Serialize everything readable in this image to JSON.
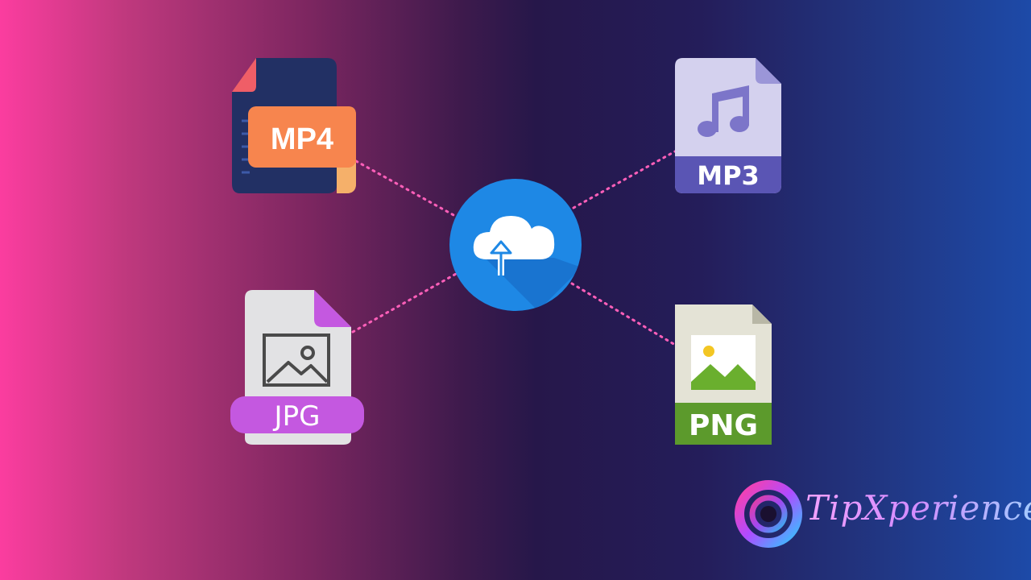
{
  "files": {
    "mp4": {
      "label": "MP4",
      "icon": "video-file-icon"
    },
    "mp3": {
      "label": "MP3",
      "icon": "audio-file-icon"
    },
    "jpg": {
      "label": "JPG",
      "icon": "image-file-icon"
    },
    "png": {
      "label": "PNG",
      "icon": "image-file-icon"
    }
  },
  "center": {
    "icon": "cloud-upload-icon"
  },
  "brand": {
    "name": "TipXperience",
    "logo": "swirl-logo-icon"
  },
  "colors": {
    "connector": "#ff5fb9",
    "cloud_circle": "#1e88e5",
    "mp4_accent": "#f7854e",
    "mp3_accent": "#6a64c4",
    "jpg_accent": "#c458e0",
    "png_accent": "#5c9a2c"
  }
}
